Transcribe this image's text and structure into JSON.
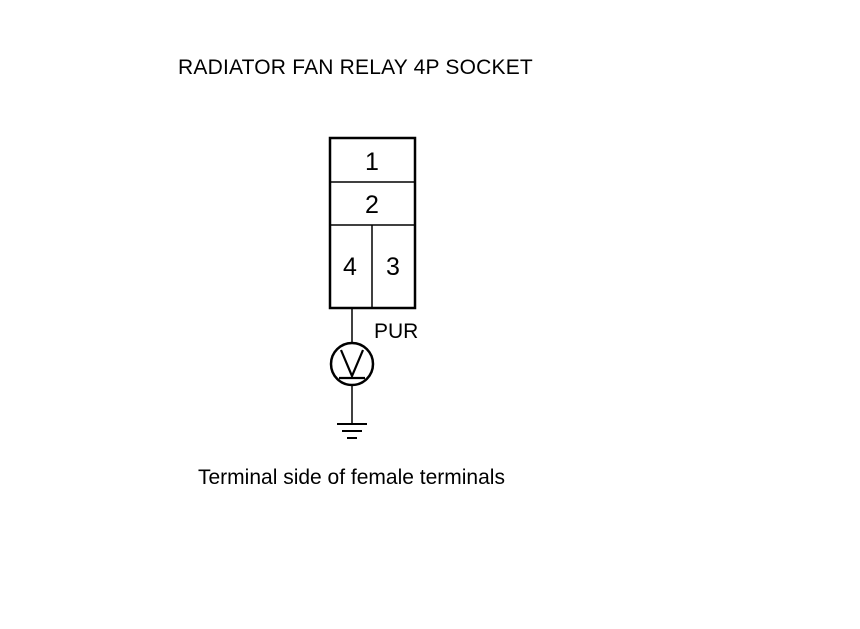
{
  "title": "RADIATOR FAN RELAY 4P SOCKET",
  "connector": {
    "terminals": [
      {
        "pin": "1"
      },
      {
        "pin": "2"
      },
      {
        "pin": "4"
      },
      {
        "pin": "3"
      }
    ]
  },
  "wire": {
    "color_label": "PUR",
    "from_pin": "4"
  },
  "meter": {
    "symbol": "V",
    "type": "voltmeter"
  },
  "ground": {
    "type": "ground"
  },
  "caption": "Terminal side of female terminals"
}
